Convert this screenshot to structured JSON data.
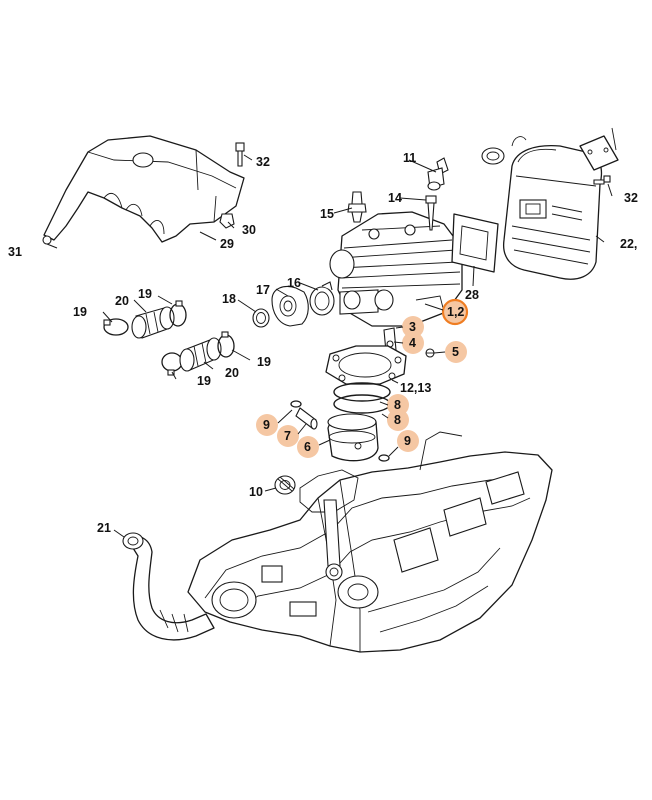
{
  "colors": {
    "highlight": "#f5c7a3",
    "selected_ring": "#ef7d22",
    "line": "#1a1a1a"
  },
  "callouts": {
    "c1_2": "1,2",
    "c3": "3",
    "c4": "4",
    "c5": "5",
    "c6": "6",
    "c7": "7",
    "c8a": "8",
    "c8b": "8",
    "c9a": "9",
    "c9b": "9",
    "c10": "10",
    "c11": "11",
    "c12_13": "12,13",
    "c14": "14",
    "c15": "15",
    "c16": "16",
    "c17": "17",
    "c18": "18",
    "c19a": "19",
    "c19b": "19",
    "c19c": "19",
    "c19d": "19",
    "c20a": "20",
    "c20b": "20",
    "c21": "21",
    "c22": "22,",
    "c28": "28",
    "c29": "29",
    "c30": "30",
    "c31": "31",
    "c32a": "32",
    "c32b": "32"
  }
}
